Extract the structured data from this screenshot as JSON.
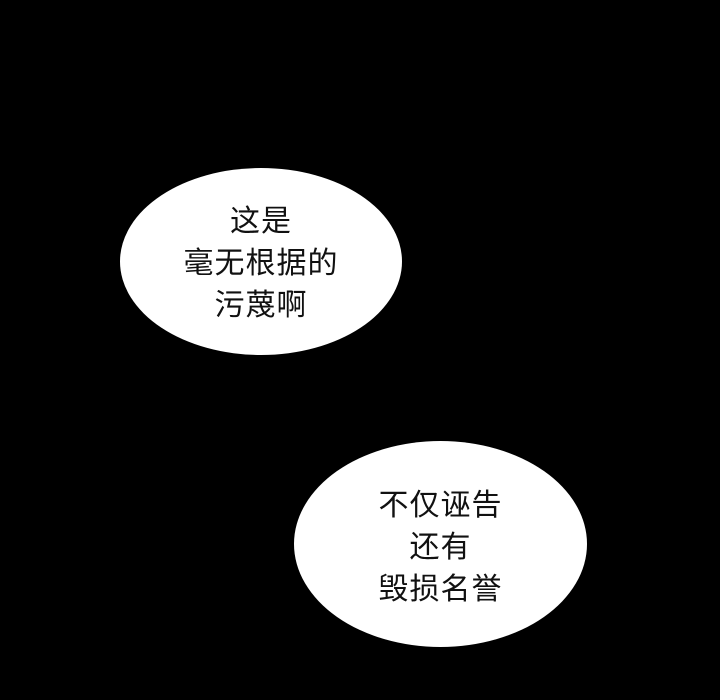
{
  "scene": {
    "background_color": "#000000",
    "bubble_color": "#ffffff",
    "text_color": "#111111"
  },
  "bubbles": [
    {
      "lines": [
        "这是",
        "毫无根据的",
        "污蔑啊"
      ]
    },
    {
      "lines": [
        "不仅诬告",
        "还有",
        "毁损名誉"
      ]
    }
  ]
}
